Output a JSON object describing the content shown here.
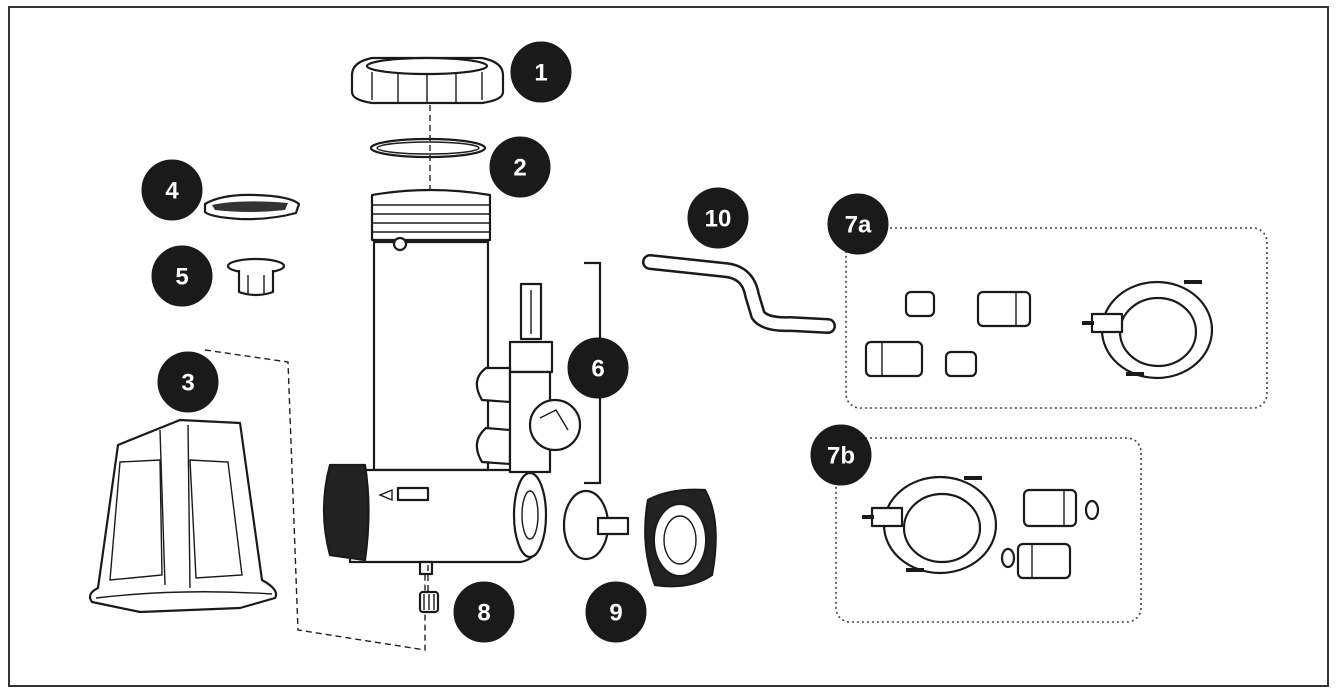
{
  "callouts": {
    "c1": "1",
    "c2": "2",
    "c3": "3",
    "c4": "4",
    "c5": "5",
    "c6": "6",
    "c7a": "7a",
    "c7b": "7b",
    "c8": "8",
    "c9": "9",
    "c10": "10"
  },
  "colors": {
    "callout_fill": "#1a1a1a",
    "callout_text": "#ffffff",
    "line": "#1a1a1a"
  }
}
